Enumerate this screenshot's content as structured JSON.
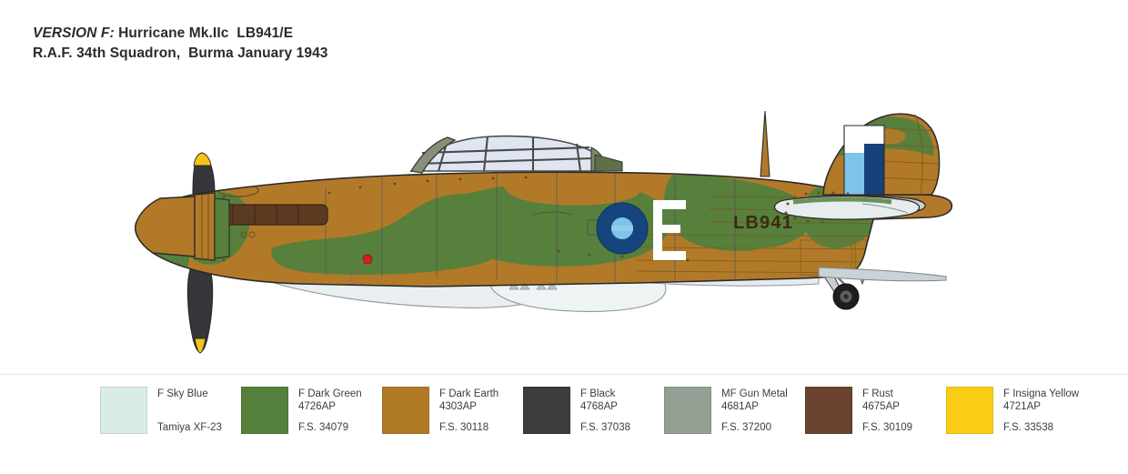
{
  "heading": {
    "version_label": "VERSION F:",
    "aircraft": "Hurricane Mk.IIc  LB941/E",
    "unit_line": "R.A.F. 34th Squadron,  Burma January 1943"
  },
  "illustration": {
    "title": "Hawker Hurricane Mk.IIc side profile",
    "serial_code": "LB941",
    "squadron_letter": "E",
    "colors": {
      "dark_earth": "#b27a28",
      "dark_green": "#56803c",
      "sky_blue_under": "#e8eef0",
      "roundel_blue": "#14447c",
      "roundel_light_blue": "#7ec4e8",
      "fin_flash_white": "#ffffff",
      "fin_flash_light_blue": "#7ec4e8",
      "fin_flash_dark_blue": "#16417a",
      "prop_black": "#35353a",
      "prop_tip_yellow": "#f2c318",
      "gun_metal": "#949f94",
      "rust": "#6b4330",
      "canopy_glass": "#dfe6f2",
      "outline": "#2a2a2a",
      "panel_line": "#7a5a20",
      "spinner_earth": "#b27a28",
      "wheel_black": "#202020",
      "red_detail": "#cc2222",
      "exhaust_brown": "#5b3a22"
    }
  },
  "legend": {
    "items": [
      {
        "name": "F Sky Blue",
        "code": "",
        "fs": "Tamiya XF-23",
        "hex": "#d9ece8"
      },
      {
        "name": "F Dark Green",
        "code": "4726AP",
        "fs": "F.S. 34079",
        "hex": "#55803c"
      },
      {
        "name": "F Dark Earth",
        "code": "4303AP",
        "fs": "F.S. 30118",
        "hex": "#b07a26"
      },
      {
        "name": "F Black",
        "code": "4768AP",
        "fs": "F.S. 37038",
        "hex": "#3a3c3d"
      },
      {
        "name": "MF Gun Metal",
        "code": "4681AP",
        "fs": "F.S. 37200",
        "hex": "#94a094"
      },
      {
        "name": "F Rust",
        "code": "4675AP",
        "fs": "F.S. 30109",
        "hex": "#6b4330"
      },
      {
        "name": "F Insigna Yellow",
        "code": "4721AP",
        "fs": "F.S. 33538",
        "hex": "#f9cc16"
      }
    ]
  }
}
